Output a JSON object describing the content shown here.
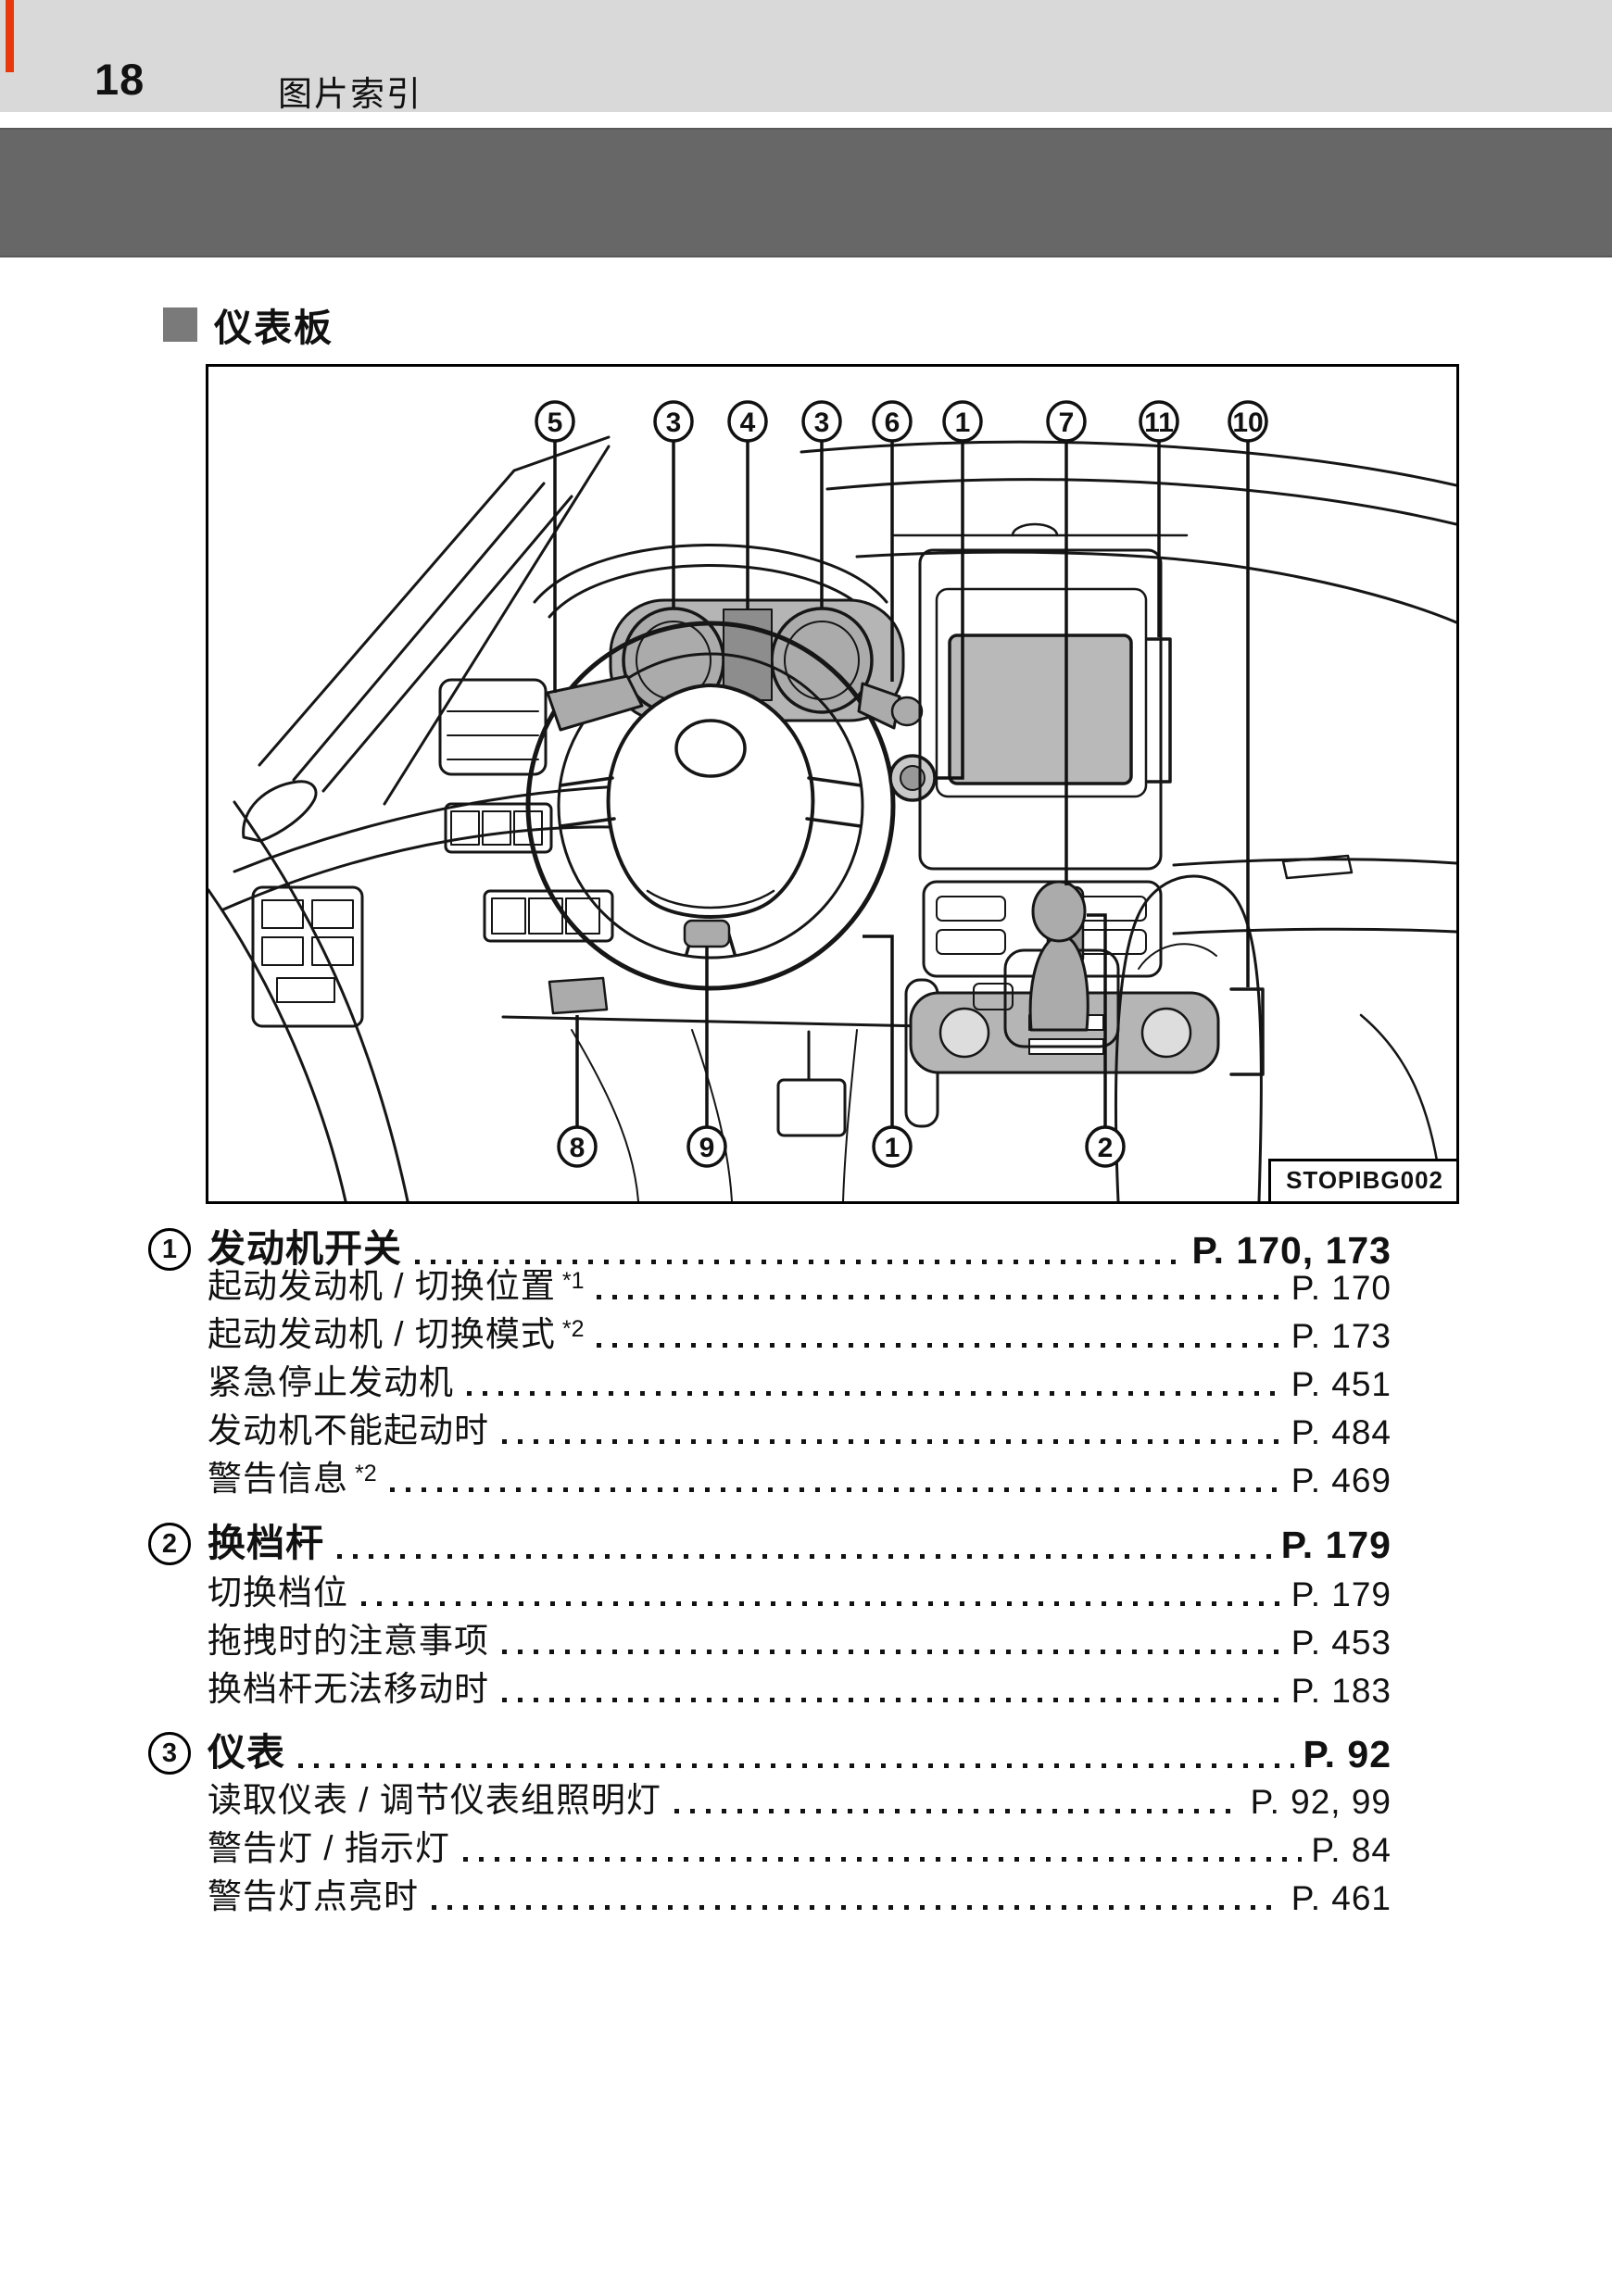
{
  "page": {
    "number": "18",
    "section_label": "图片索引"
  },
  "section_heading": "仪表板",
  "figure": {
    "code": "STOPIBG002",
    "top_callouts": [
      "5",
      "3",
      "4",
      "3",
      "6",
      "1",
      "7",
      "11",
      "10"
    ],
    "bottom_callouts": [
      "8",
      "9",
      "1",
      "2"
    ]
  },
  "index_blocks": [
    {
      "num": "1",
      "title": "发动机开关",
      "page": "P. 170, 173",
      "items": [
        {
          "label": "起动发动机 / 切换位置",
          "sup": "*1",
          "page": "P. 170"
        },
        {
          "label": "起动发动机 / 切换模式",
          "sup": "*2",
          "page": "P. 173"
        },
        {
          "label": "紧急停止发动机",
          "sup": "",
          "page": "P. 451"
        },
        {
          "label": "发动机不能起动时",
          "sup": "",
          "page": "P. 484"
        },
        {
          "label": "警告信息",
          "sup": "*2",
          "page": "P. 469"
        }
      ]
    },
    {
      "num": "2",
      "title": "换档杆",
      "page": "P. 179",
      "items": [
        {
          "label": "切换档位",
          "sup": "",
          "page": "P. 179"
        },
        {
          "label": "拖拽时的注意事项",
          "sup": "",
          "page": "P. 453"
        },
        {
          "label": "换档杆无法移动时",
          "sup": "",
          "page": "P. 183"
        }
      ]
    },
    {
      "num": "3",
      "title": "仪表",
      "page": "P. 92",
      "items": [
        {
          "label": "读取仪表 / 调节仪表组照明灯",
          "sup": "",
          "page": "P. 92, 99"
        },
        {
          "label": "警告灯 / 指示灯",
          "sup": "",
          "page": "P. 84"
        },
        {
          "label": "警告灯点亮时",
          "sup": "",
          "page": "P. 461"
        }
      ]
    }
  ],
  "colors": {
    "accent_red": "#e8380c",
    "band_dark": "#676767",
    "band_light": "#d9d9d9",
    "diagram_gray": "#b5b5b5",
    "diagram_dark_gray": "#8d8d8d"
  }
}
